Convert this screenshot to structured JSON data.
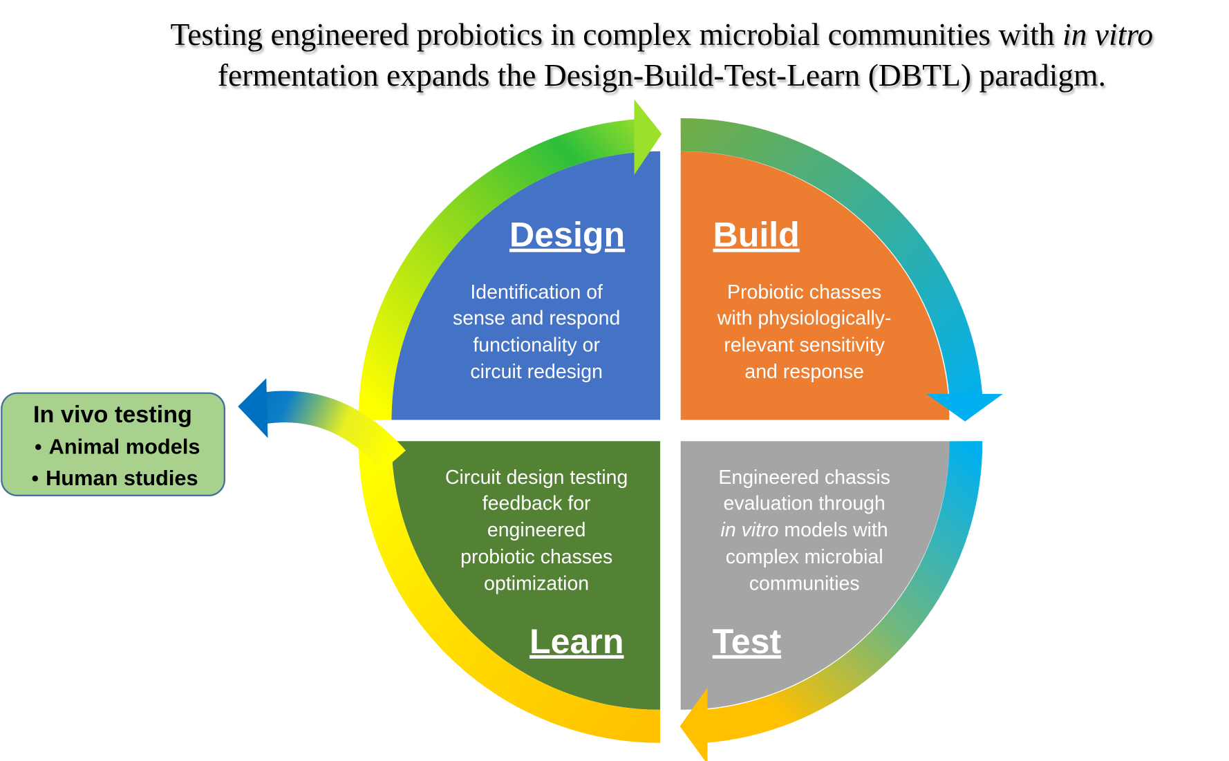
{
  "title": {
    "line1_a": "Testing engineered probiotics in complex microbial communities with ",
    "line1_b": "in vitro",
    "line2": "fermentation expands the Design-Build-Test-Learn (DBTL) paradigm."
  },
  "quadrants": {
    "design": {
      "heading": "Design",
      "lines": [
        "Identification of",
        "sense and respond",
        "functionality or",
        "circuit redesign"
      ],
      "color": "#4472C4"
    },
    "build": {
      "heading": "Build",
      "lines": [
        "Probiotic chasses",
        "with physiologically-",
        "relevant sensitivity",
        "and response"
      ],
      "color": "#ED7D31"
    },
    "learn": {
      "heading": "Learn",
      "lines": [
        "Circuit design testing",
        "feedback for",
        "engineered",
        "probiotic chasses",
        "optimization"
      ],
      "color": "#548235"
    },
    "test": {
      "heading": "Test",
      "lines": [
        "Engineered chassis",
        "evaluation through",
        "in vitro",
        " models with",
        "complex microbial",
        "communities"
      ],
      "color": "#A5A5A5"
    }
  },
  "in_vivo_box": {
    "heading": "In vivo testing",
    "bullets": [
      "Animal models",
      "Human studies"
    ],
    "bullet_glyph": "•",
    "color": "#A9D18E"
  }
}
